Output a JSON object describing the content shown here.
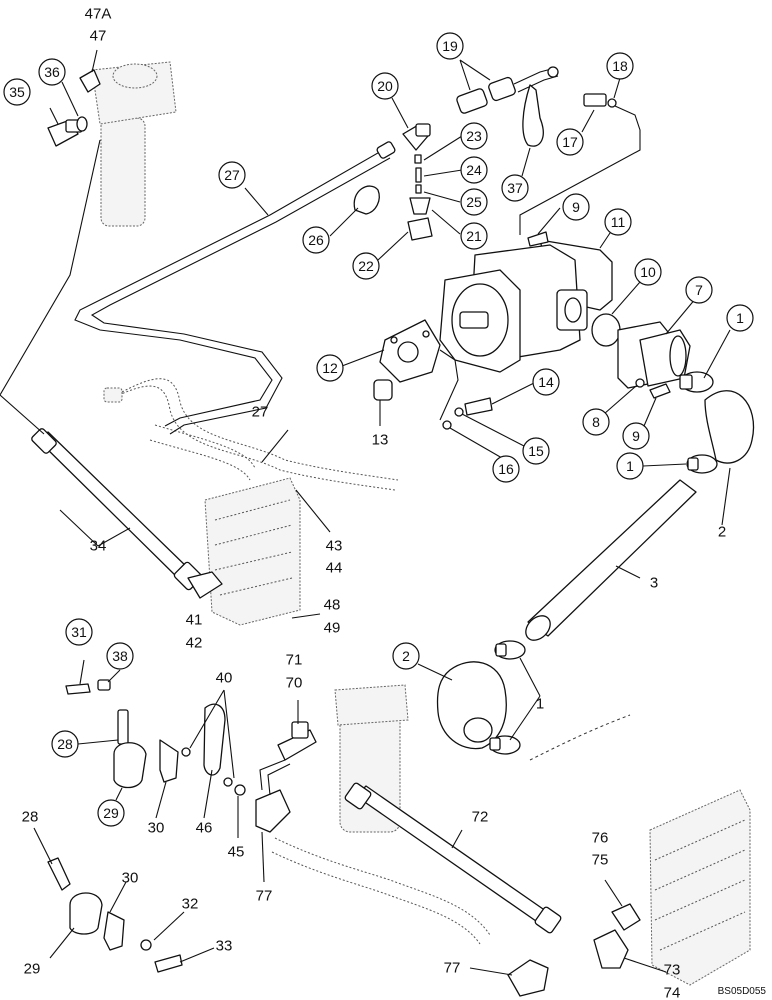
{
  "diagram": {
    "drawing_code": "BS05D055",
    "callouts": {
      "c1a": "1",
      "c1b": "1",
      "c1c": "1",
      "c2a": "2",
      "c2b": "2",
      "c3": "3",
      "c7": "7",
      "c8": "8",
      "c9a": "9",
      "c9b": "9",
      "c10": "10",
      "c11": "11",
      "c12": "12",
      "c13": "13",
      "c14": "14",
      "c15": "15",
      "c16": "16",
      "c17": "17",
      "c18": "18",
      "c19": "19",
      "c20": "20",
      "c21": "21",
      "c22": "22",
      "c23": "23",
      "c24": "24",
      "c25": "25",
      "c26": "26",
      "c27a": "27",
      "c27b": "27",
      "c28a": "28",
      "c28b": "28",
      "c29a": "29",
      "c29b": "29",
      "c30a": "30",
      "c30b": "30",
      "c31": "31",
      "c32": "32",
      "c33": "33",
      "c34": "34",
      "c35": "35",
      "c36": "36",
      "c37": "37",
      "c38": "38",
      "c40": "40",
      "c41": "41",
      "c42": "42",
      "c43": "43",
      "c44": "44",
      "c45": "45",
      "c46": "46",
      "c47": "47",
      "c47a": "47A",
      "c48": "48",
      "c49": "49",
      "c70": "70",
      "c71": "71",
      "c72": "72",
      "c73": "73",
      "c74": "74",
      "c75": "75",
      "c76": "76",
      "c77a": "77",
      "c77b": "77"
    }
  }
}
